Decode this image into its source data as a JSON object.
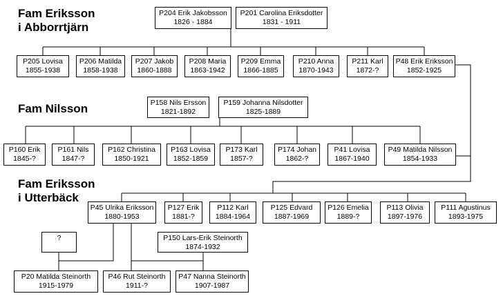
{
  "headings": {
    "eriksson_abborrtjarn": [
      "Fam Eriksson",
      "i Abborrtjärn"
    ],
    "nilsson": "Fam Nilsson",
    "eriksson_utterback": [
      "Fam Eriksson",
      "i Utterbäck"
    ]
  },
  "persons": {
    "p204": {
      "name": "P204 Erik Jakobsson",
      "years": "1826 - 1884"
    },
    "p201": {
      "name": "P201 Carolina  Eriksdotter",
      "years": "1831 - 1911"
    },
    "p205": {
      "name": "P205 Lovisa",
      "years": "1855-1938"
    },
    "p206": {
      "name": "P206 Matilda",
      "years": "1858-1938"
    },
    "p207": {
      "name": "P207 Jakob",
      "years": "1860-1888"
    },
    "p208": {
      "name": "P208 Maria",
      "years": "1863-1942"
    },
    "p209": {
      "name": "P209 Emma",
      "years": "1866-1885"
    },
    "p210": {
      "name": "P210 Anna",
      "years": "1870-1943"
    },
    "p211": {
      "name": "P211 Karl",
      "years": "1872-?"
    },
    "p48": {
      "name": "P48 Erik Eriksson",
      "years": "1852-1925"
    },
    "p158": {
      "name": "P158 Nils Ersson",
      "years": "1821-1892"
    },
    "p159": {
      "name": "P159 Johanna Nilsdotter",
      "years": "1825-1889"
    },
    "p160": {
      "name": "P160 Erik",
      "years": "1845-?"
    },
    "p161": {
      "name": "P161 Nils",
      "years": "1847-?"
    },
    "p162": {
      "name": "P162 Christina",
      "years": "1850-1921"
    },
    "p163": {
      "name": "P163 Lovisa",
      "years": "1852-1859"
    },
    "p173": {
      "name": "P173 Karl",
      "years": "1857-?"
    },
    "p174": {
      "name": "P174 Johan",
      "years": "1862-?"
    },
    "p41": {
      "name": "P41 Lovisa",
      "years": "1867-1940"
    },
    "p49": {
      "name": "P49 Matilda Nilsson",
      "years": "1854-1933"
    },
    "p45": {
      "name": "P45 Ulrika Eriksson",
      "years": "1880-1953"
    },
    "p127": {
      "name": "P127 Erik",
      "years": "1881-?"
    },
    "p112": {
      "name": "P112 Karl",
      "years": "1884-1964"
    },
    "p125": {
      "name": "P125 Edvard",
      "years": "1887-1969"
    },
    "p126": {
      "name": "P126 Emelia",
      "years": "1889-?"
    },
    "p113": {
      "name": "P113 Olivia",
      "years": "1897-1976"
    },
    "p111": {
      "name": "P111 Agustinus",
      "years": "1893-1975"
    },
    "unknown": {
      "name": "?",
      "years": ""
    },
    "p150": {
      "name": "P150 Lars-Erik Steinorth",
      "years": "1874-1932"
    },
    "p20": {
      "name": "P20 Matilda Steinorth",
      "years": "1915-1979"
    },
    "p46": {
      "name": "P46 Rut Steinorth",
      "years": "1911-?"
    },
    "p47": {
      "name": "P47 Nanna Steinorth",
      "years": "1907-1987"
    }
  }
}
